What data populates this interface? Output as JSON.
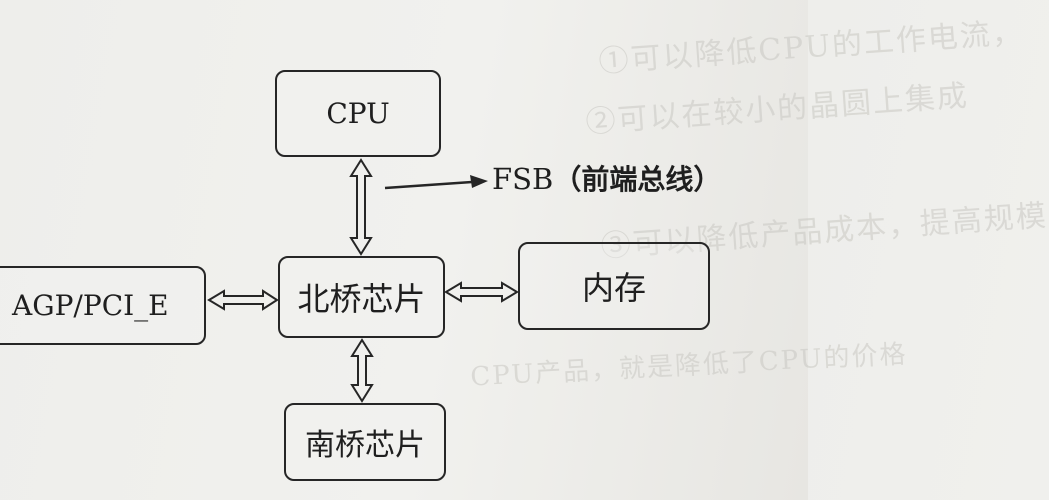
{
  "nodes": {
    "cpu": "CPU",
    "northbridge": "北桥芯片",
    "memory": "内存",
    "agp": "AGP/PCI_E",
    "southbridge": "南桥芯片"
  },
  "annotation": {
    "fsb": "FSB",
    "fsb_cn": "（前端总线）"
  },
  "background_text": {
    "line1": "①可以降低CPU的工作电流，",
    "line2": "②可以在较小的晶圆上集成",
    "line3": "③可以降低产品成本，提高规模",
    "line4": "CPU产品，就是降低了CPU的价格"
  },
  "colors": {
    "ink": "#262626",
    "paper": "#efefec"
  }
}
